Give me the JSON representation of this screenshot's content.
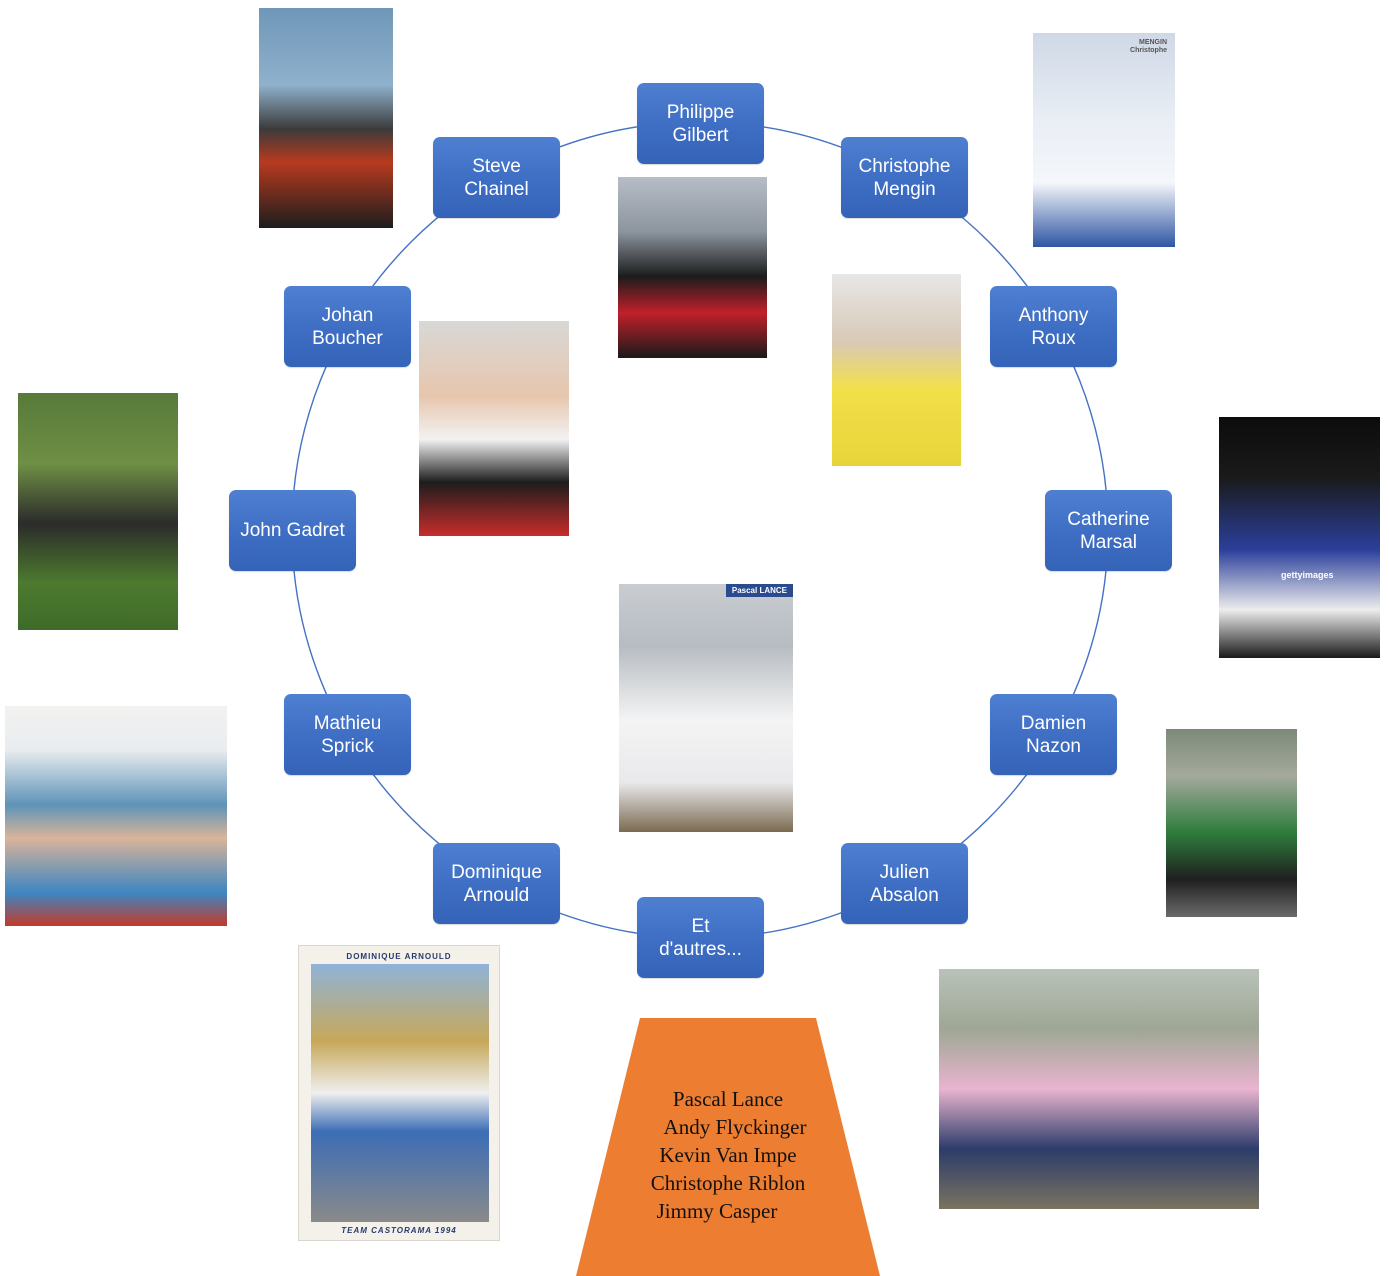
{
  "colors": {
    "node_fill": "#4472c4",
    "ring_stroke": "#4472c4",
    "trapezoid_fill": "#ed7d31"
  },
  "nodes": [
    {
      "id": "gilbert",
      "label": "Philippe\nGilbert"
    },
    {
      "id": "mengin",
      "label": "Christophe\nMengin"
    },
    {
      "id": "roux",
      "label": "Anthony\nRoux"
    },
    {
      "id": "marsal",
      "label": "Catherine\nMarsal"
    },
    {
      "id": "nazon",
      "label": "Damien\nNazon"
    },
    {
      "id": "absalon",
      "label": "Julien\nAbsalon"
    },
    {
      "id": "autres",
      "label": "Et\nd'autres..."
    },
    {
      "id": "arnould",
      "label": "Dominique\nArnould"
    },
    {
      "id": "sprick",
      "label": "Mathieu\nSprick"
    },
    {
      "id": "gadret",
      "label": "John Gadret"
    },
    {
      "id": "boucher",
      "label": "Johan\nBoucher"
    },
    {
      "id": "chainel",
      "label": "Steve\nChainel"
    }
  ],
  "photo_captions": {
    "pascal_lance_card": "Pascal LANCE",
    "arnould_card_header": "DOMINIQUE ARNOULD",
    "arnould_card_footer": "TEAM CASTORAMA 1994",
    "mengin_card_name": "MENGIN\nChristophe",
    "getty_watermark": "gettyimages"
  },
  "other_riders": [
    "Pascal Lance",
    "Andy Flyckinger",
    "Kevin Van Impe",
    "Christophe Riblon",
    "Jimmy Casper"
  ]
}
